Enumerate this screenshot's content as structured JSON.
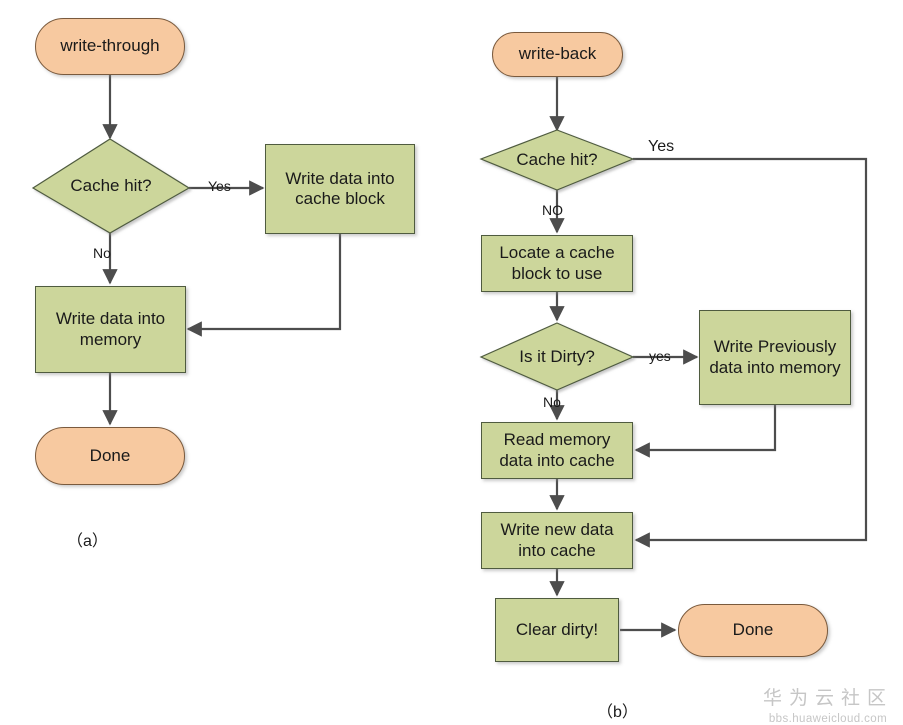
{
  "figure": {
    "title_a_label": "（a）",
    "title_b_label": "（b）"
  },
  "palette": {
    "process_fill": "#ccd69b",
    "process_stroke": "#4f5b3f",
    "terminal_fill": "#f7c9a0",
    "terminal_stroke": "#7a5a3d",
    "connector": "#4d4d4d",
    "background": "#ffffff",
    "text": "#1a1a1a",
    "watermark": "#c6c6c6"
  },
  "diagram_a": {
    "name": "write-through-flowchart",
    "start": "write-through",
    "decision": "Cache hit?",
    "decision_yes_label": "Yes",
    "decision_no_label": "No",
    "write_cache_block": "Write data into cache block",
    "write_memory": "Write data into memory",
    "end": "Done"
  },
  "diagram_b": {
    "name": "write-back-flowchart",
    "start": "write-back",
    "cache_hit_decision": "Cache hit?",
    "cache_hit_yes_label": "Yes",
    "cache_hit_no_label": "NO",
    "locate_block": "Locate a cache block to use",
    "dirty_decision": "Is it Dirty?",
    "dirty_yes_label": "yes",
    "dirty_no_label": "No",
    "write_previous": "Write Previously data into memory",
    "read_memory": "Read memory data into cache",
    "write_new": "Write new data into cache",
    "clear_dirty": "Clear dirty!",
    "end": "Done"
  },
  "watermark": {
    "brand_cn": "华为云社区",
    "url": "bbs.huaweicloud.com"
  }
}
